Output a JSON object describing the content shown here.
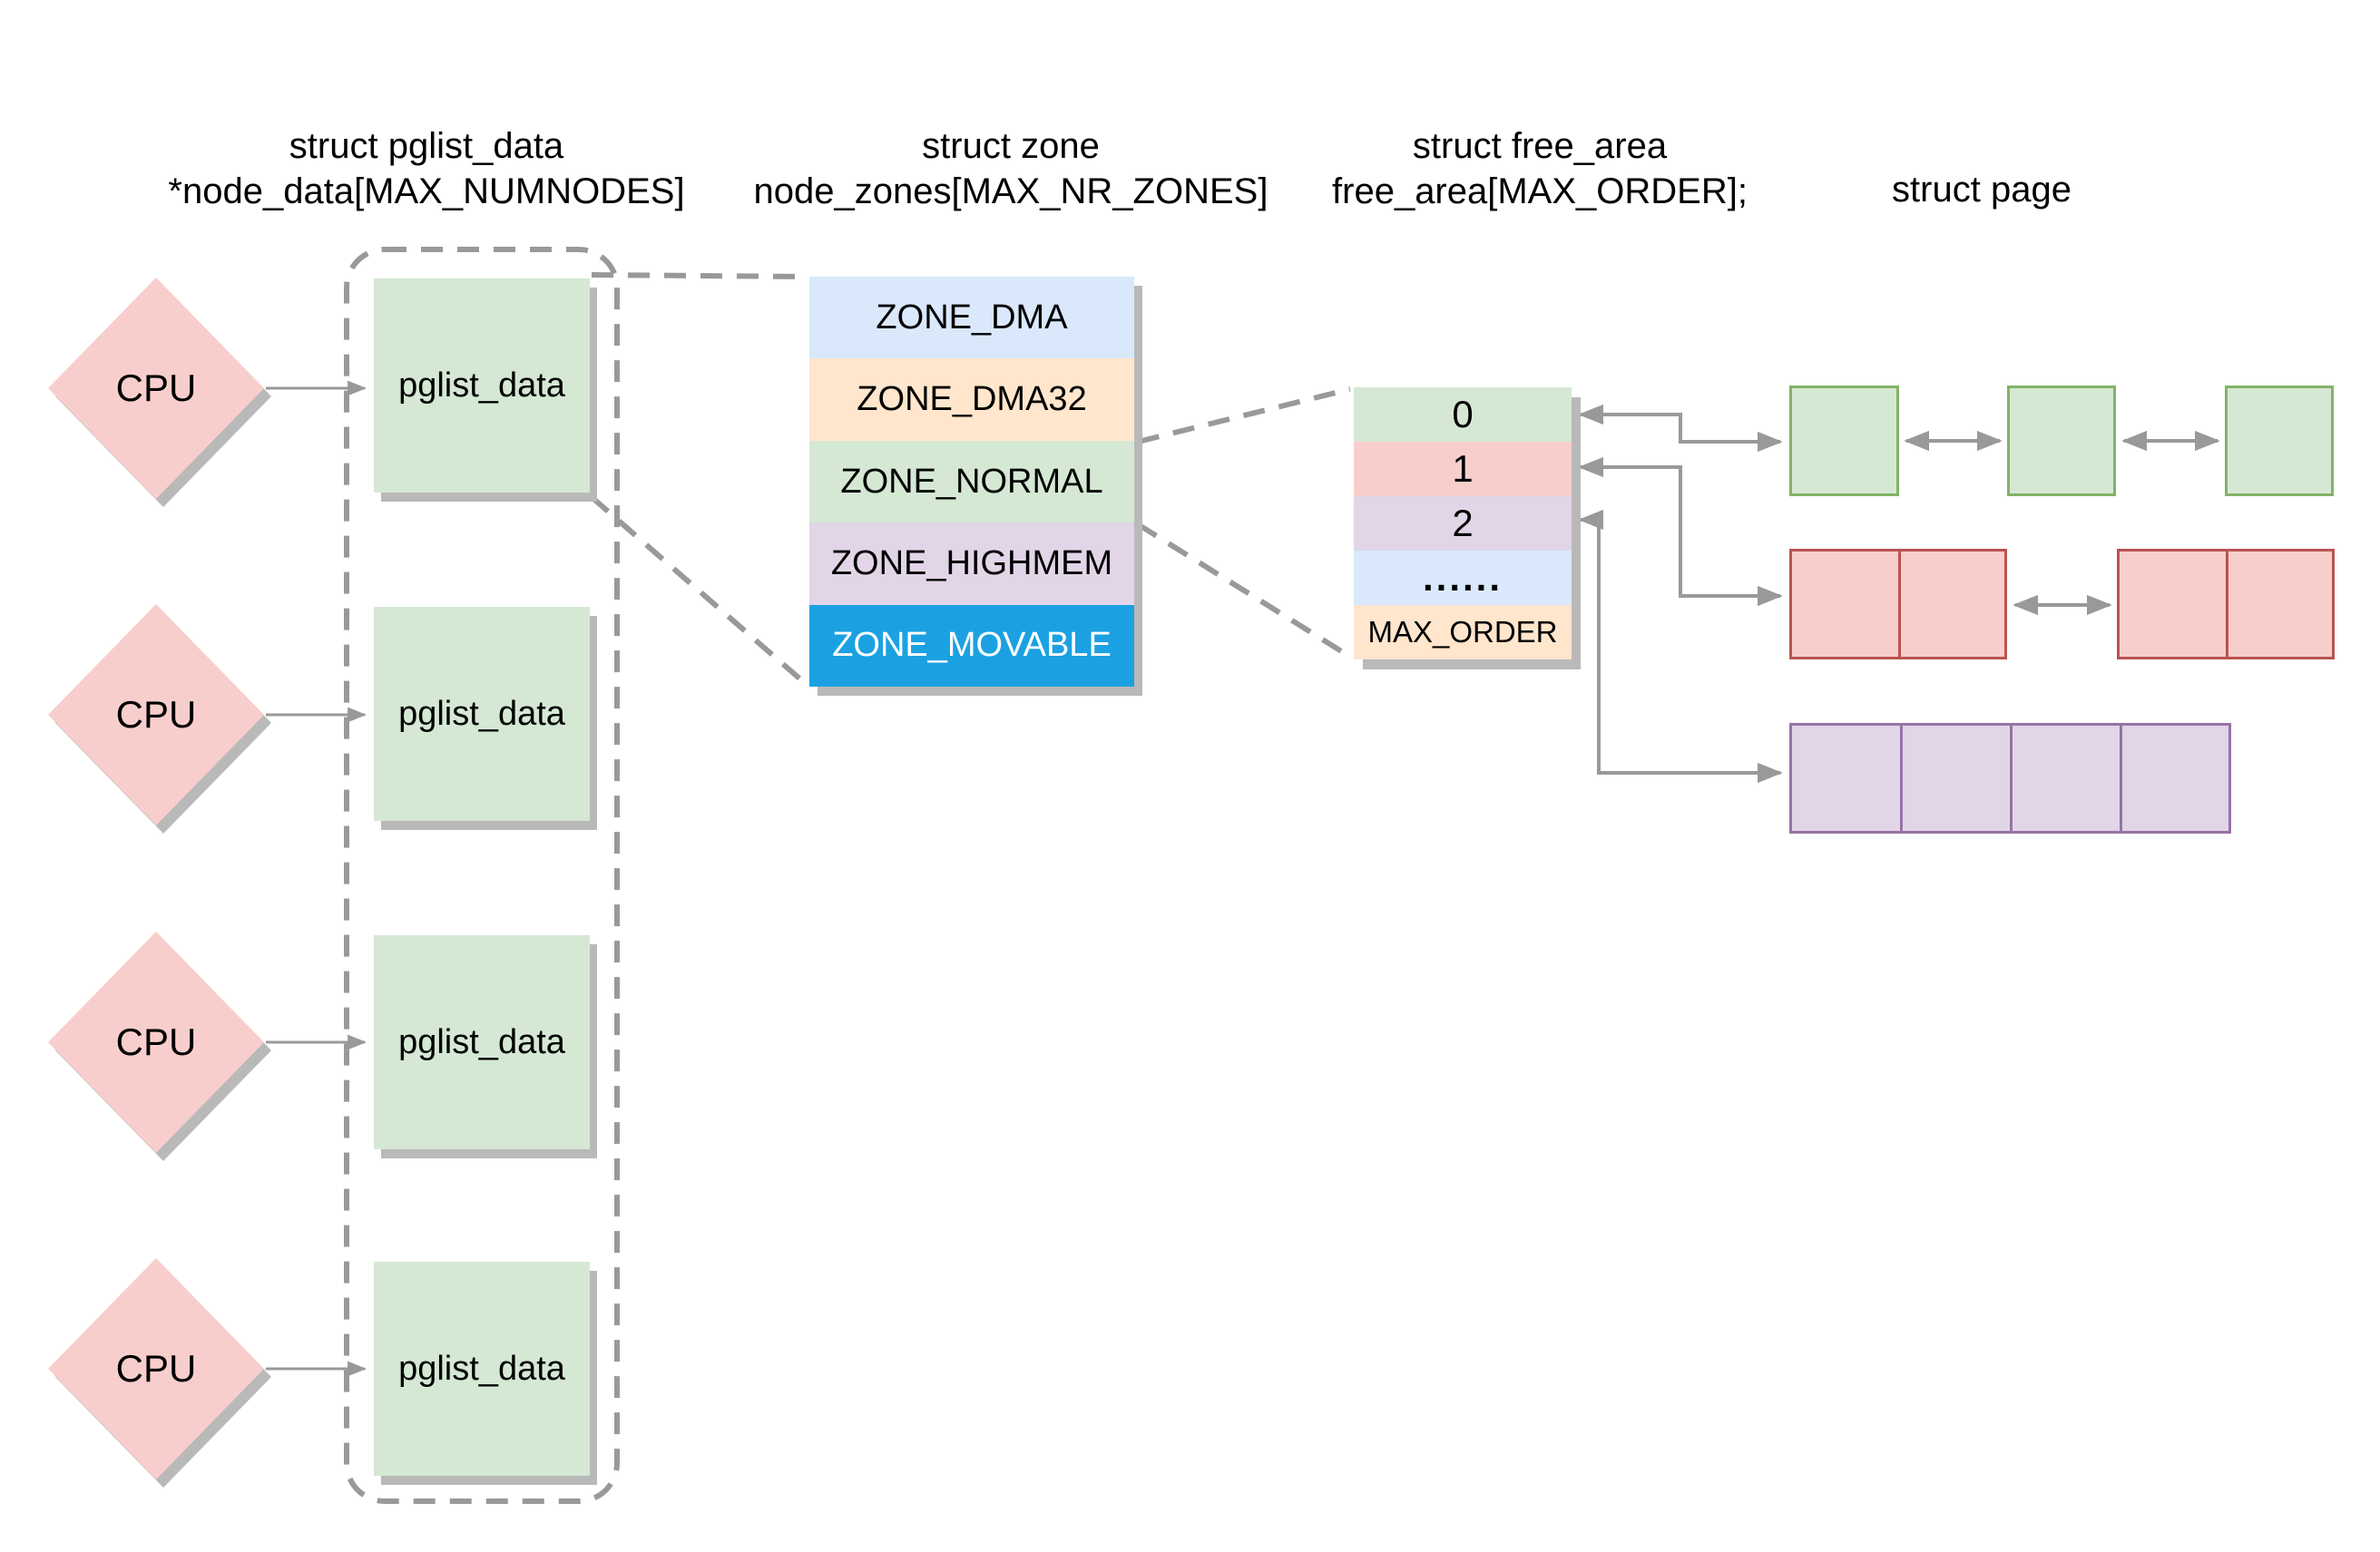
{
  "headers": {
    "pglist": {
      "line1": "struct pglist_data",
      "line2": "*node_data[MAX_NUMNODES]"
    },
    "zone": {
      "line1": "struct zone",
      "line2": "node_zones[MAX_NR_ZONES]"
    },
    "free_area": {
      "line1": "struct free_area",
      "line2": "free_area[MAX_ORDER];"
    },
    "page": {
      "line1": "struct page"
    }
  },
  "cpu_nodes": [
    {
      "cpu_label": "CPU",
      "node_label": "pglist_data"
    },
    {
      "cpu_label": "CPU",
      "node_label": "pglist_data"
    },
    {
      "cpu_label": "CPU",
      "node_label": "pglist_data"
    },
    {
      "cpu_label": "CPU",
      "node_label": "pglist_data"
    }
  ],
  "zone_rows": [
    {
      "label": "ZONE_DMA",
      "color": "#dae8fc",
      "text_color": "#000000"
    },
    {
      "label": "ZONE_DMA32",
      "color": "#ffe6cc",
      "text_color": "#000000"
    },
    {
      "label": "ZONE_NORMAL",
      "color": "#d5e8d4",
      "text_color": "#000000"
    },
    {
      "label": "ZONE_HIGHMEM",
      "color": "#e1d5e7",
      "text_color": "#000000"
    },
    {
      "label": "ZONE_MOVABLE",
      "color": "#1ba1e2",
      "text_color": "#ffffff"
    }
  ],
  "free_area_rows": [
    {
      "label": "0",
      "color": "#d5e8d4"
    },
    {
      "label": "1",
      "color": "#f8cecc"
    },
    {
      "label": "2",
      "color": "#e1d5e7"
    },
    {
      "label": "......",
      "color": "#dae8fc"
    },
    {
      "label": "MAX_ORDER",
      "color": "#ffe6cc"
    }
  ],
  "page_lists": {
    "order0": {
      "fill": "#d5e8d4",
      "stroke": "#82b366"
    },
    "order1": {
      "fill": "#f8cecc",
      "stroke": "#b85450"
    },
    "order2": {
      "fill": "#e1d5e7",
      "stroke": "#9673a6"
    }
  },
  "colors": {
    "cpu_fill": "#f8cecc",
    "node_fill": "#d5e8d4",
    "connector": "#999999",
    "shadow": "#b9b9b9"
  }
}
